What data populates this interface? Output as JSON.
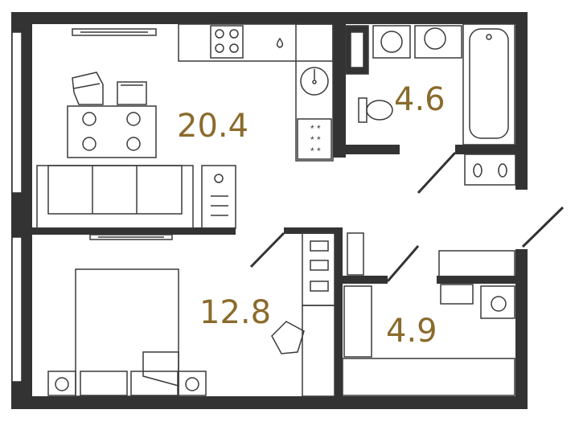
{
  "colors": {
    "wall": "#333333",
    "line": "#3a3a3a",
    "area_text": "#8a6b2c",
    "background": "#ffffff"
  },
  "rooms": [
    {
      "id": "kitchen-living",
      "area": "20.4"
    },
    {
      "id": "bathroom",
      "area": "4.6"
    },
    {
      "id": "bedroom",
      "area": "12.8"
    },
    {
      "id": "storage",
      "area": "4.9"
    }
  ],
  "icons": [
    "range-hood-icon",
    "cooktop-icon",
    "water-drop-icon",
    "kitchen-sink-icon",
    "oven-icon",
    "dining-table-icon",
    "chair-icon",
    "sofa-icon",
    "bar-cart-icon",
    "tv-icon",
    "washing-machine-icon",
    "washbasin-icon",
    "bathtub-icon",
    "toilet-icon",
    "slippers-icon",
    "bed-icon",
    "nightstand-icon",
    "desk-chair-icon",
    "shelf-icon",
    "clothes-hanger-icon",
    "vacuum-icon",
    "shoes-icon"
  ]
}
